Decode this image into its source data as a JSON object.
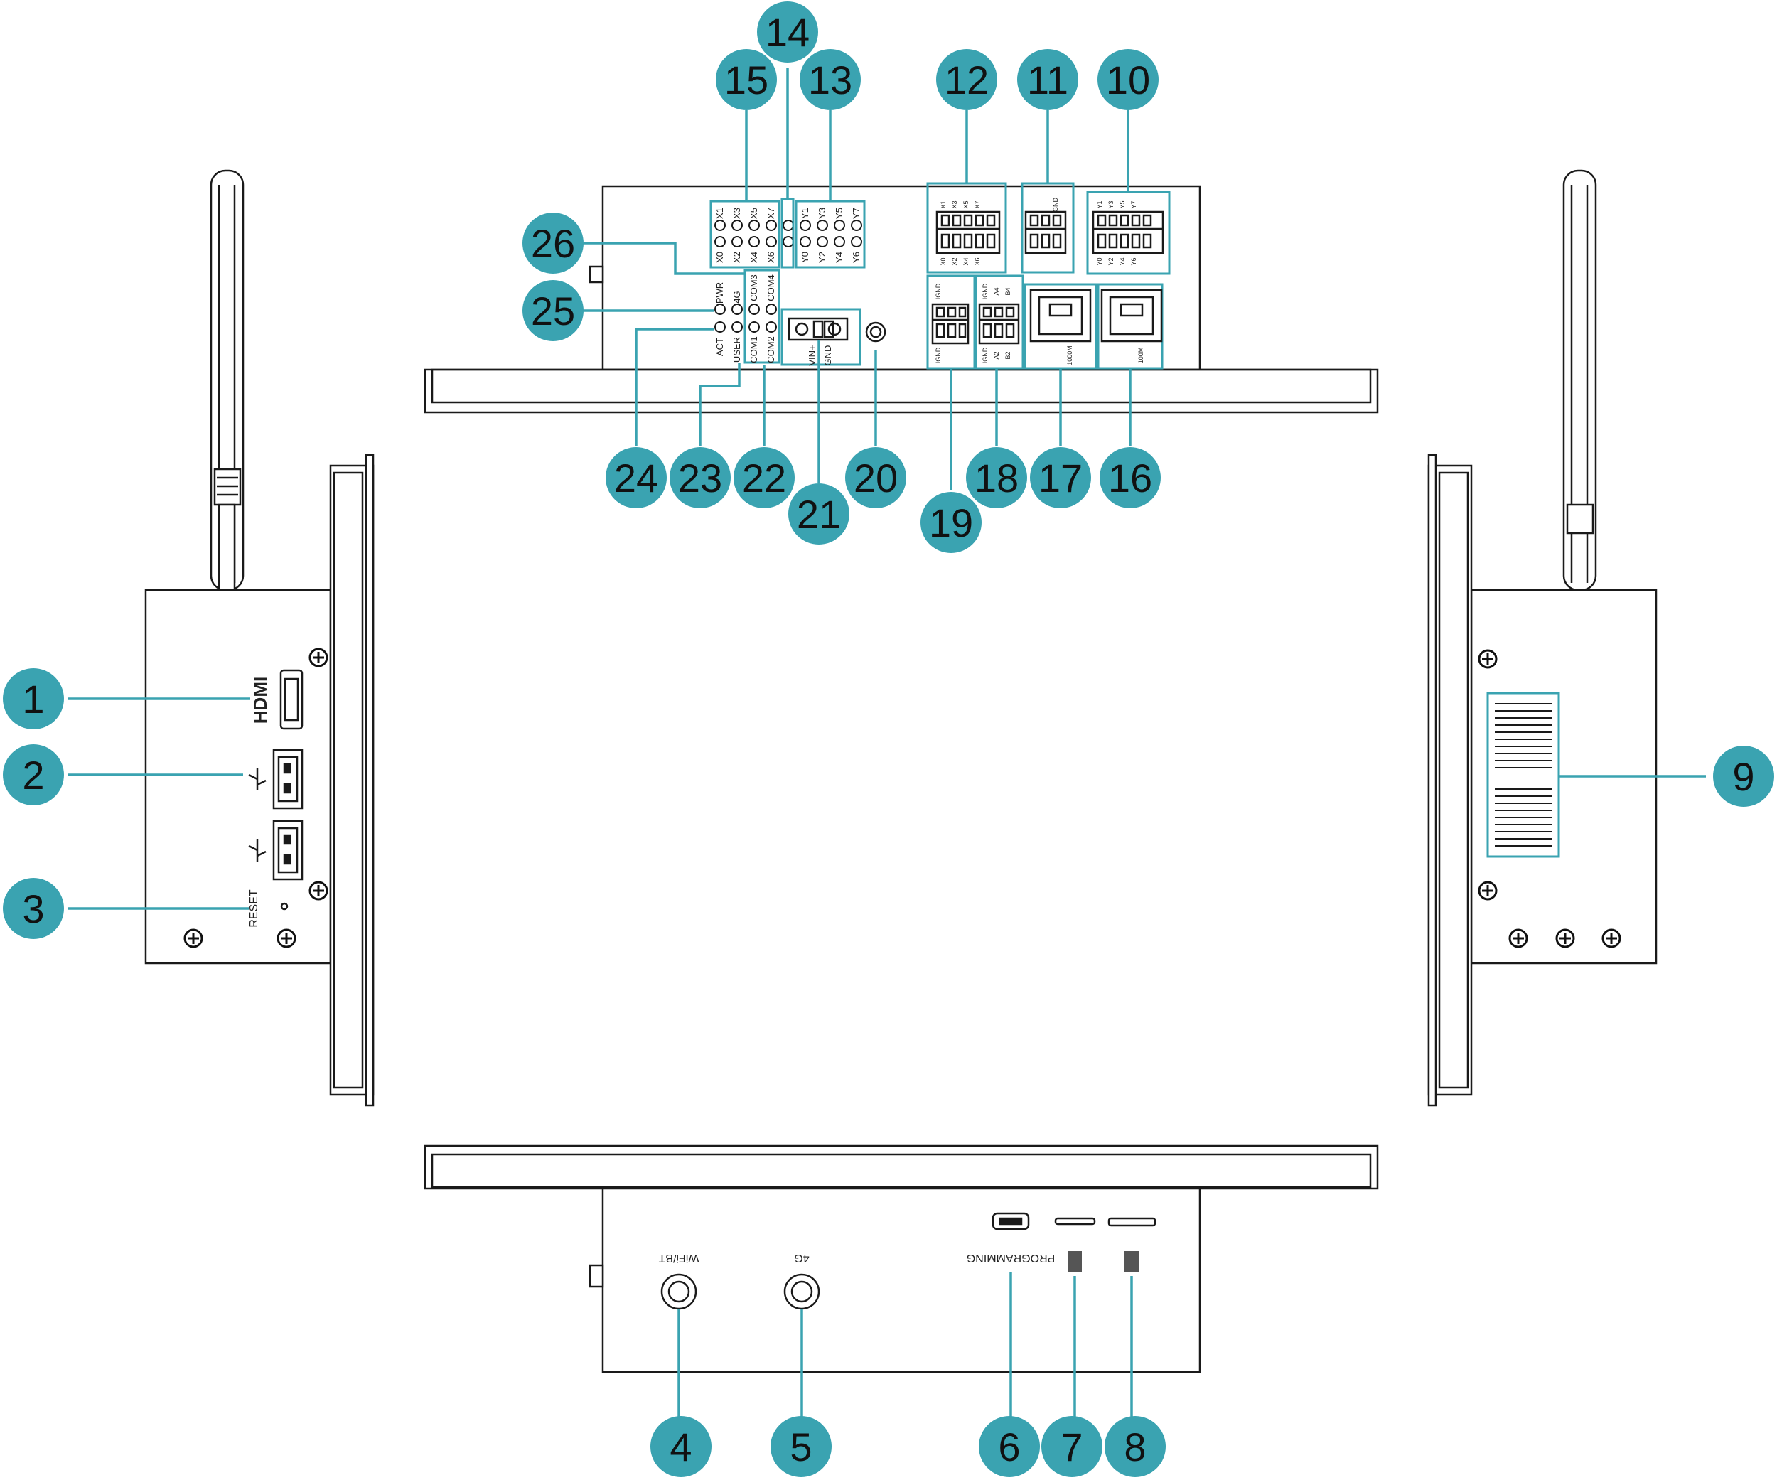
{
  "colors": {
    "accent": "#3aa3b1",
    "outline": "#1a1a1a",
    "screw": "#111111"
  },
  "callouts": [
    {
      "id": "c1",
      "label": "1"
    },
    {
      "id": "c2",
      "label": "2"
    },
    {
      "id": "c3",
      "label": "3"
    },
    {
      "id": "c4",
      "label": "4"
    },
    {
      "id": "c5",
      "label": "5"
    },
    {
      "id": "c6",
      "label": "6"
    },
    {
      "id": "c7",
      "label": "7"
    },
    {
      "id": "c8",
      "label": "8"
    },
    {
      "id": "c9",
      "label": "9"
    },
    {
      "id": "c10",
      "label": "10"
    },
    {
      "id": "c11",
      "label": "11"
    },
    {
      "id": "c12",
      "label": "12"
    },
    {
      "id": "c13",
      "label": "13"
    },
    {
      "id": "c14",
      "label": "14"
    },
    {
      "id": "c15",
      "label": "15"
    },
    {
      "id": "c16",
      "label": "16"
    },
    {
      "id": "c17",
      "label": "17"
    },
    {
      "id": "c18",
      "label": "18"
    },
    {
      "id": "c19",
      "label": "19"
    },
    {
      "id": "c20",
      "label": "20"
    },
    {
      "id": "c21",
      "label": "21"
    },
    {
      "id": "c22",
      "label": "22"
    },
    {
      "id": "c23",
      "label": "23"
    },
    {
      "id": "c24",
      "label": "24"
    },
    {
      "id": "c25",
      "label": "25"
    },
    {
      "id": "c26",
      "label": "26"
    }
  ],
  "left_panel": {
    "hdmi": "HDMI",
    "reset": "RESET"
  },
  "bottom_panel": {
    "wifi_bt": "WiFi/BT",
    "antenna_4g": "4G",
    "programming": "PROGRAMMING"
  },
  "top_panel": {
    "x_left": [
      "X1",
      "X3",
      "X5",
      "X7"
    ],
    "x_right": [
      "X0",
      "X2",
      "X4",
      "X6"
    ],
    "y_left": [
      "Y1",
      "Y3",
      "Y5",
      "Y7"
    ],
    "y_right": [
      "Y0",
      "Y2",
      "Y4",
      "Y6"
    ],
    "led_status_left": [
      "PWR",
      "4G"
    ],
    "led_status_right": [
      "ACT",
      "USER"
    ],
    "com_top": [
      "COM3",
      "COM4"
    ],
    "com_bottom": [
      "COM1",
      "COM2"
    ],
    "vin": "VIN+",
    "gnd": "GND",
    "term12_top": [
      "X1",
      "X3",
      "X5",
      "X7"
    ],
    "term12_bottom": [
      "X0",
      "X2",
      "X4",
      "X6"
    ],
    "term11_gnd": "GND",
    "term10_top": [
      "Y1",
      "Y3",
      "Y5",
      "Y7"
    ],
    "term10_bottom": [
      "Y0",
      "Y2",
      "Y4",
      "Y6"
    ],
    "term19_top": "IGND",
    "term19_bottom": "IGND",
    "term18_top": [
      "IGND",
      "A4",
      "B4"
    ],
    "term18_bottom": [
      "IGND",
      "A2",
      "B2"
    ],
    "eth17": "1000M",
    "eth16": "100M"
  }
}
